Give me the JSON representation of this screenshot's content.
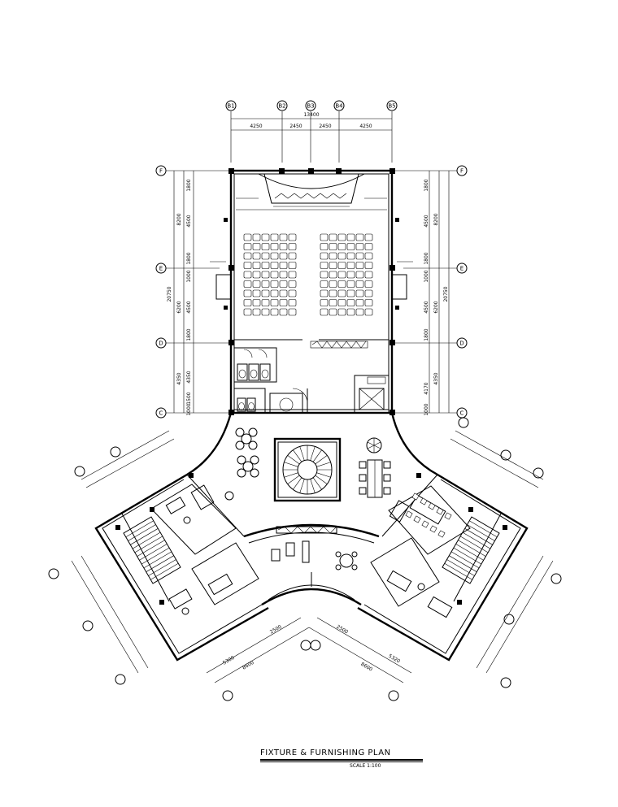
{
  "title": {
    "main": "FIXTURE & FURNISHING PLAN",
    "scale": "SCALE 1:100"
  },
  "grid_top": [
    "B1",
    "B2",
    "B3",
    "B4",
    "B5"
  ],
  "grid_side": [
    "F",
    "E",
    "D",
    "C"
  ],
  "dims_top": {
    "overall": "13400",
    "segments": [
      "4250",
      "2450",
      "2450",
      "4250"
    ]
  },
  "dims_left": [
    "1800",
    "4500",
    "1800",
    "1000",
    "4500",
    "1800",
    "4350",
    "1500",
    "1000"
  ],
  "dims_left_totals": [
    "8200",
    "20750",
    "6200",
    "4350"
  ],
  "dims_right": [
    "1800",
    "4500",
    "1800",
    "1000",
    "4500",
    "1800",
    "4170",
    "1000"
  ],
  "dims_right_totals": [
    "8200",
    "20750",
    "6200",
    "4350"
  ],
  "dims_bottom_left": [
    "5300",
    "2500",
    "8600"
  ],
  "dims_bottom_right": [
    "2500",
    "5320",
    "8600"
  ],
  "colors": {
    "line": "#000000",
    "background": "#ffffff"
  }
}
